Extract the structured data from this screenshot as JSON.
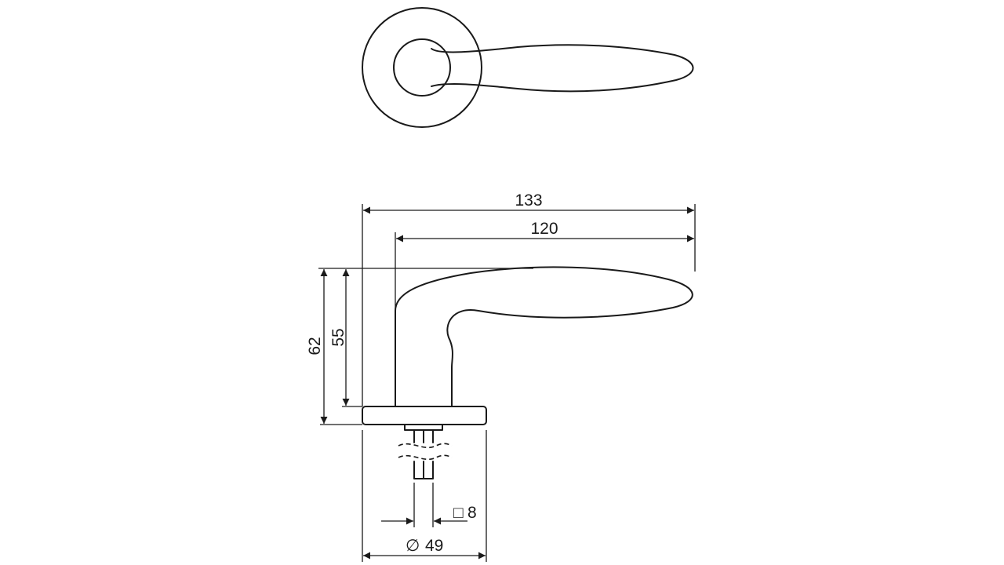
{
  "drawing": {
    "subject": "",
    "dimensions": {
      "overall_length": "133",
      "lever_length": "120",
      "total_height": "62",
      "lever_height": "55",
      "rose_diameter": "49",
      "spindle_size": "8"
    },
    "symbols": {
      "diameter": "∅",
      "square": "□"
    },
    "line_color": "#1a1a1a",
    "background": "#ffffff"
  }
}
